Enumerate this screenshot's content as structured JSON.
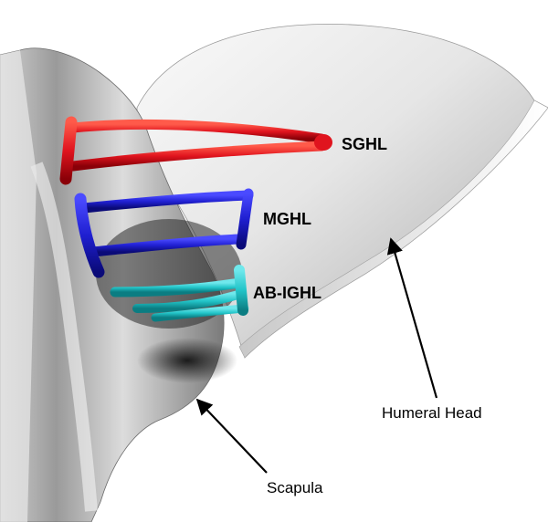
{
  "labels": {
    "sghl": "SGHL",
    "mghl": "MGHL",
    "abighl": "AB-IGHL",
    "humeral_head": "Humeral Head",
    "scapula": "Scapula"
  },
  "colors": {
    "sghl": "#e0141e",
    "mghl": "#1f1fd0",
    "abighl": "#22c4c8",
    "bone_light": "#f2f2f2",
    "bone_dark": "#1e1e1e",
    "arrow": "#000000"
  }
}
